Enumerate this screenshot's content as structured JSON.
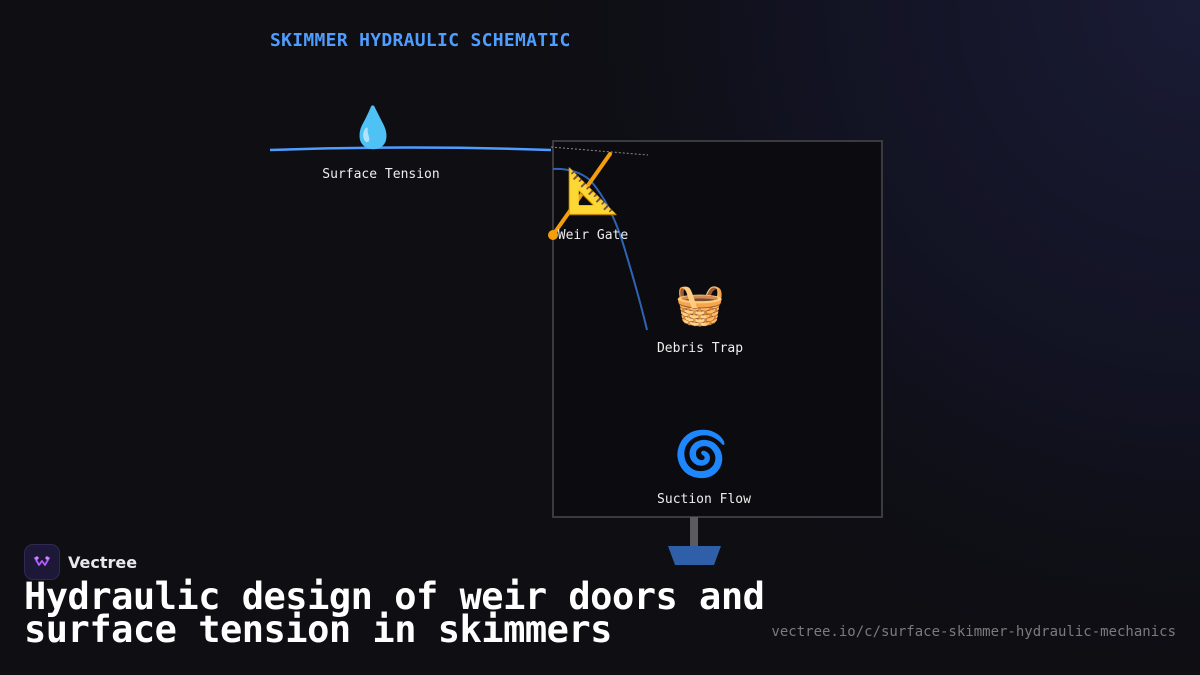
{
  "diagram": {
    "title": "SKIMMER HYDRAULIC SCHEMATIC",
    "nodes": [
      {
        "id": "surface",
        "label": "Surface Tension",
        "icon": "droplet-icon",
        "glyph": "💧"
      },
      {
        "id": "weir",
        "label": "Weir Gate",
        "icon": "triangular-ruler-icon",
        "glyph": "📐"
      },
      {
        "id": "debris",
        "label": "Debris Trap",
        "icon": "basket-icon",
        "glyph": "🧺"
      },
      {
        "id": "suction",
        "label": "Suction Flow",
        "icon": "cyclone-icon",
        "glyph": "🌀"
      }
    ],
    "colors": {
      "title": "#4f9dff",
      "water_line": "#4f9dff",
      "flow_line": "#2f64b5",
      "weir_door": "#f59e0b",
      "housing_border": "#3a3a40",
      "base": "#2f5fa8"
    }
  },
  "brand": {
    "name": "Vectree"
  },
  "headline": "Hydraulic design of weir doors and surface tension in skimmers",
  "url": "vectree.io/c/surface-skimmer-hydraulic-mechanics"
}
